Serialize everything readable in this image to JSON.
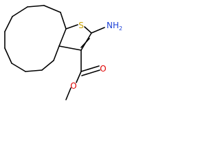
{
  "structure": {
    "atoms": {
      "sulfur": {
        "text": "S",
        "color": "#c8a000"
      },
      "amine": {
        "main": "NH",
        "sub": "2",
        "color": "#1a3fd6"
      },
      "ester_carbonyl_o": {
        "text": "O",
        "color": "#e00000"
      },
      "ester_ether_o": {
        "text": "O",
        "color": "#e00000"
      }
    }
  }
}
